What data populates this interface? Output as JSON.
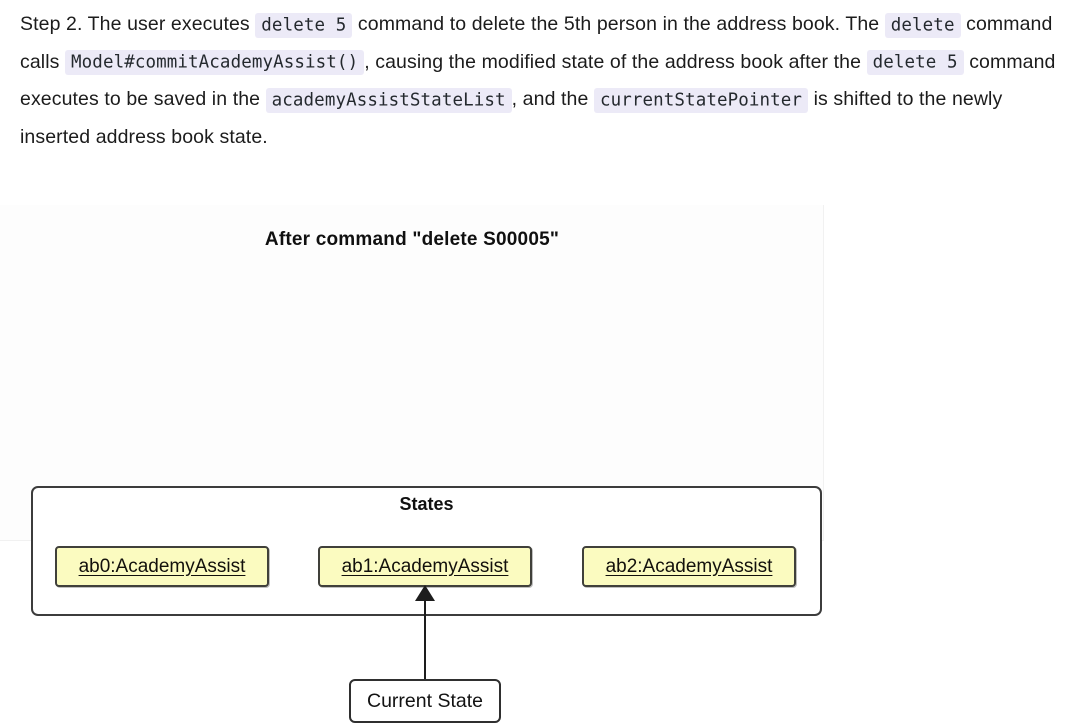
{
  "paragraph": {
    "segments": [
      {
        "type": "text",
        "value": "Step 2. The user executes "
      },
      {
        "type": "code",
        "value": "delete 5"
      },
      {
        "type": "text",
        "value": " command to delete the 5th person in the address book. The "
      },
      {
        "type": "code",
        "value": "delete"
      },
      {
        "type": "text",
        "value": " command calls "
      },
      {
        "type": "code",
        "value": "Model#commitAcademyAssist()"
      },
      {
        "type": "text",
        "value": ", causing the modified state of the address book after the "
      },
      {
        "type": "code",
        "value": "delete 5"
      },
      {
        "type": "text",
        "value": " command executes to be saved in the "
      },
      {
        "type": "code",
        "value": "academyAssistStateList"
      },
      {
        "type": "text",
        "value": ", and the "
      },
      {
        "type": "code",
        "value": "currentStatePointer"
      },
      {
        "type": "text",
        "value": " is shifted to the newly inserted address book state."
      }
    ]
  },
  "diagram": {
    "title": "After command \"delete S00005\"",
    "states_label": "States",
    "states": [
      {
        "id": "ab0",
        "label": "ab0:AcademyAssist"
      },
      {
        "id": "ab1",
        "label": "ab1:AcademyAssist"
      },
      {
        "id": "ab2",
        "label": "ab2:AcademyAssist"
      }
    ],
    "current_state_note": "Current State",
    "pointer_target": "ab1",
    "colors": {
      "state_fill": "#fbfbc0",
      "state_border": "#40403a",
      "container_border": "#3c3c3c",
      "arrow": "#1d1d1d",
      "code_background": "#eceaf7"
    }
  }
}
